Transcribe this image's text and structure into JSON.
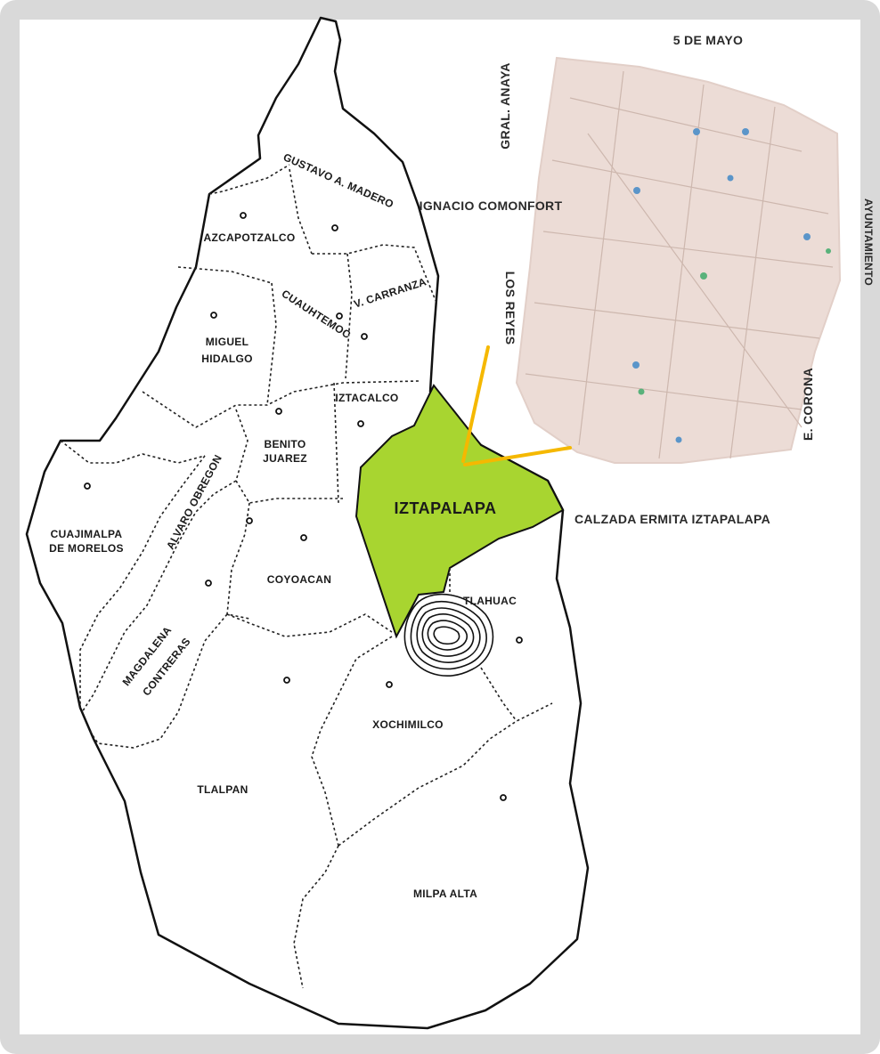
{
  "boroughs": {
    "gustavo_a_madero": "GUSTAVO A. MADERO",
    "azcapotzalco": "AZCAPOTZALCO",
    "cuauhtemoc": "CUAUHTEMOC",
    "v_carranza": "V. CARRANZA",
    "miguel_hidalgo_1": "MIGUEL",
    "miguel_hidalgo_2": "HIDALGO",
    "iztacalco": "IZTACALCO",
    "benito_juarez_1": "BENITO",
    "benito_juarez_2": "JUAREZ",
    "alvaro_obregon": "ALVARO OBREGON",
    "cuajimalpa_1": "CUAJIMALPA",
    "cuajimalpa_2": "DE MORELOS",
    "iztapalapa": "IZTAPALAPA",
    "coyoacan": "COYOACAN",
    "tlahuac": "TLAHUAC",
    "magdalena_1": "MAGDALENA",
    "magdalena_2": "CONTRERAS",
    "xochimilco": "XOCHIMILCO",
    "tlalpan": "TLALPAN",
    "milpa_alta": "MILPA ALTA"
  },
  "streets": {
    "cinco_de_mayo": "5 DE MAYO",
    "gral_anaya": "GRAL. ANAYA",
    "ignacio_comonfort": "IGNACIO COMONFORT",
    "los_reyes": "LOS REYES",
    "ayuntamiento": "AYUNTAMIENTO",
    "e_corona": "E. CORONA",
    "calzada_ermita": "CALZADA ERMITA IZTAPALAPA"
  },
  "colors": {
    "highlight": "#a8d530",
    "arrow": "#f5b800",
    "inset_bg": "#ecdcd6",
    "boundary": "#111111",
    "frame": "#d9d9d9"
  }
}
